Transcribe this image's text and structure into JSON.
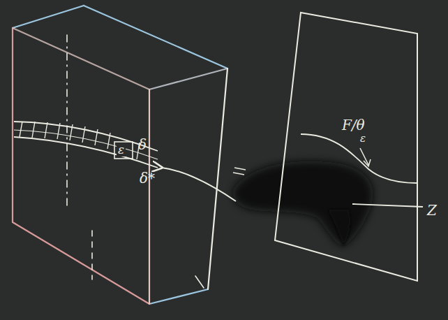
{
  "diagram": {
    "labels": [
      "δ",
      "ε",
      "δ*",
      "F/θ",
      "ε",
      "Z"
    ]
  }
}
